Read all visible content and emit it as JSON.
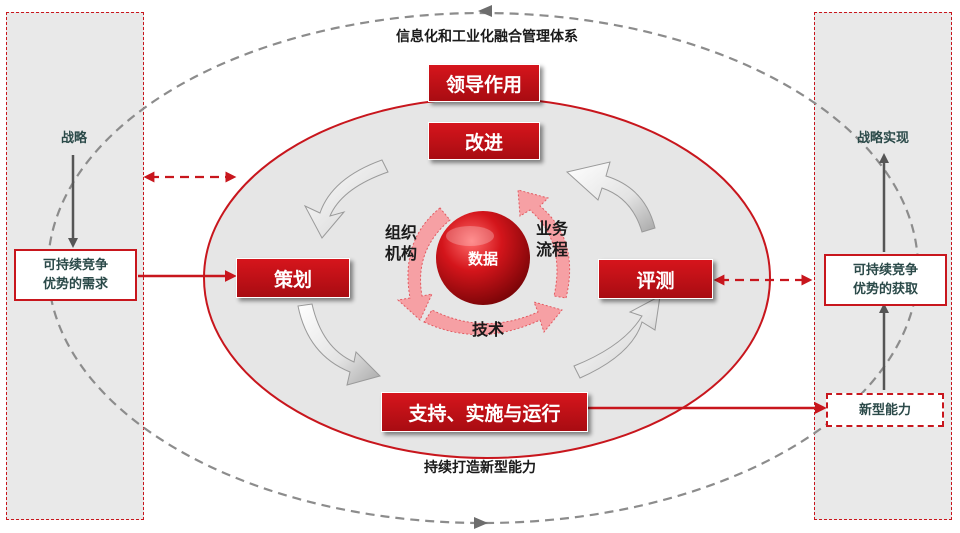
{
  "diagram": {
    "outer_title": "信息化和工业化融合管理体系",
    "bottom_caption": "持续打造新型能力",
    "left_panel": {
      "top_label": "战略",
      "box_line1": "可持续竞争",
      "box_line2": "优势的需求"
    },
    "right_panel": {
      "top_label": "战略实现",
      "box_line1": "可持续竞争",
      "box_line2": "优势的获取",
      "dashed_box": "新型能力"
    },
    "boxes": {
      "leadership": "领导作用",
      "improve": "改进",
      "plan": "策划",
      "evaluate": "评测",
      "support": "支持、实施与运行"
    },
    "center": {
      "core": "数据",
      "org_line1": "组织",
      "org_line2": "机构",
      "biz_line1": "业务",
      "biz_line2": "流程",
      "tech": "技术"
    },
    "colors": {
      "red": "#c8161d",
      "panel": "#e9e9e9",
      "ellipse": "#e6e6e6",
      "teal_text": "#2b4a49"
    }
  }
}
